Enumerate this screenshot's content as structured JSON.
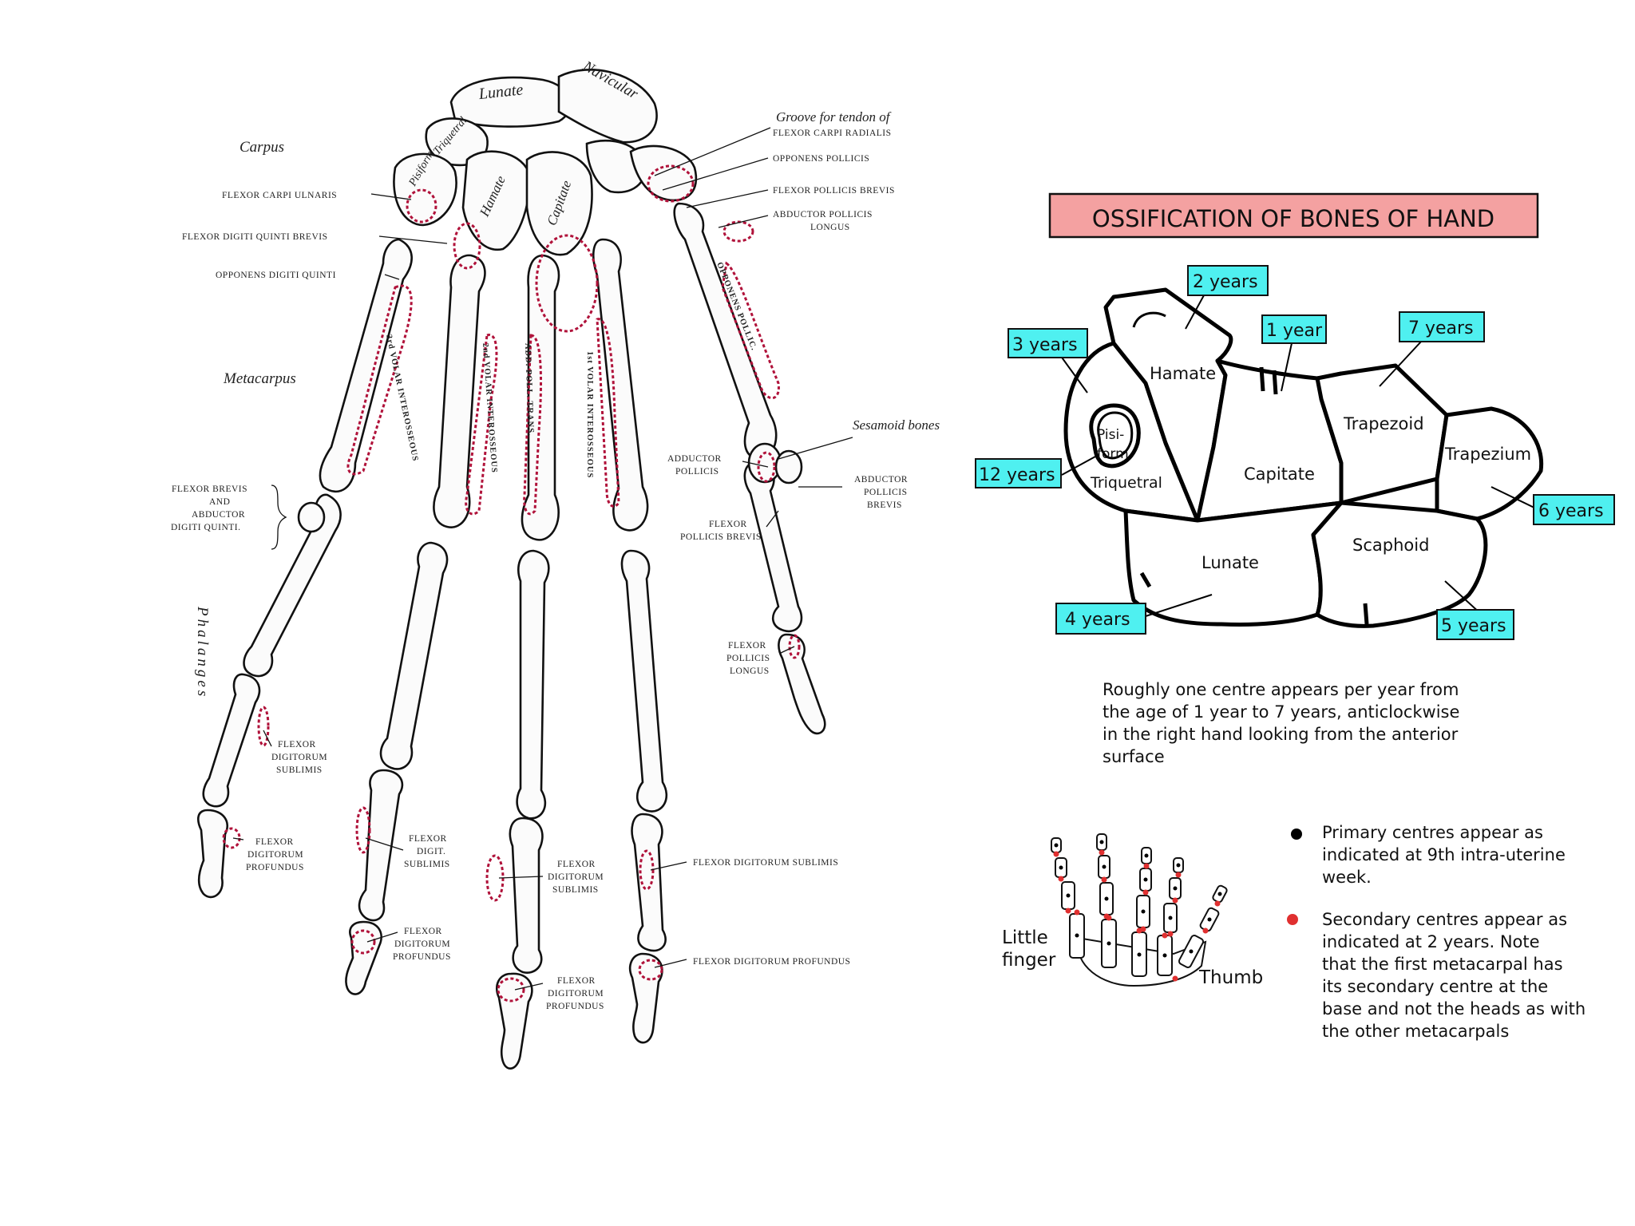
{
  "colors": {
    "title_bg": "#f4a1a1",
    "age_box_bg": "#4ff0f0",
    "outline": "#111111",
    "muscle_attachment": "#b0123a",
    "secondary_dot": "#e03030",
    "primary_dot": "#000000"
  },
  "skeleton": {
    "region_labels": {
      "carpus": "Carpus",
      "metacarpus": "Metacarpus",
      "phalanges": "Phalanges"
    },
    "bone_labels": {
      "lunate": "Lunate",
      "navicular": "Navicular",
      "triquetral": "Triquetral",
      "pisiform": "Pisiform",
      "hamate": "Hamate",
      "capitate": "Capitate",
      "sesamoid": "Sesamoid bones"
    },
    "muscle_labels": {
      "groove_line1": "Groove for tendon of",
      "groove_line2": "FLEXOR CARPI RADIALIS",
      "opponens_pollicis": "OPPONENS POLLICIS",
      "flexor_pollicis_brevis": "FLEXOR POLLICIS BREVIS",
      "abductor_pollicis_longus_1": "ABDUCTOR POLLICIS",
      "abductor_pollicis_longus_2": "LONGUS",
      "flexor_carpi_ulnaris": "FLEXOR CARPI ULNARIS",
      "flexor_digiti_quinti_brevis": "FLEXOR DIGITI QUINTI BREVIS",
      "opponens_digiti_quinti": "OPPONENS DIGITI QUINTI",
      "flexor_brevis_abductor": [
        "FLEXOR BREVIS",
        "AND",
        "ABDUCTOR",
        "DIGITI QUINTI."
      ],
      "adductor_pollicis": [
        "ADDUCTOR",
        "POLLICIS"
      ],
      "abductor_pollicis_brevis": [
        "ABDUCTOR",
        "POLLICIS",
        "BREVIS"
      ],
      "flexor_pollicis_brevis_2": [
        "FLEXOR",
        "POLLICIS BREVIS"
      ],
      "flexor_pollicis_longus": [
        "FLEXOR",
        "POLLICIS",
        "LONGUS"
      ],
      "flexor_digitorum_sublimis_a": [
        "FLEXOR",
        "DIGITORUM",
        "SUBLIMIS"
      ],
      "flexor_digitorum_profundus_a": [
        "FLEXOR",
        "DIGITORUM",
        "PROFUNDUS"
      ],
      "flexor_digit_sublimis_b": [
        "FLEXOR",
        "DIGIT.",
        "SUBLIMIS"
      ],
      "flexor_digitorum_profundus_b": [
        "FLEXOR",
        "DIGITORUM",
        "PROFUNDUS"
      ],
      "flexor_digitorum_sublimis_c": [
        "FLEXOR",
        "DIGITORUM",
        "SUBLIMIS"
      ],
      "flexor_digitorum_profundus_c": [
        "FLEXOR",
        "DIGITORUM",
        "PROFUNDUS"
      ],
      "flexor_digitorum_sublimis_d": "FLEXOR DIGITORUM SUBLIMIS",
      "flexor_digitorum_profundus_d": "FLEXOR DIGITORUM PROFUNDUS"
    },
    "vertical_labels": {
      "v1": "1st VOLAR INTEROSSEOUS",
      "v2": "2nd VOLAR INTEROSSEOUS",
      "v3": "3rd VOLAR INTEROSSEOUS",
      "add_poll": "ADD. POLL. TRANS.",
      "opp_pollic": "OPPONENS POLLIC."
    }
  },
  "ossification": {
    "title": "OSSIFICATION OF BONES OF HAND",
    "bones": {
      "hamate": "Hamate",
      "pisiform_1": "Pisi-",
      "pisiform_2": "form",
      "triquetral": "Triquetral",
      "capitate": "Capitate",
      "trapezoid": "Trapezoid",
      "trapezium": "Trapezium",
      "lunate": "Lunate",
      "scaphoid": "Scaphoid"
    },
    "ages": {
      "capitate": "1 year",
      "hamate": "2 years",
      "triquetral": "3 years",
      "lunate": "4 years",
      "scaphoid": "5 years",
      "trapezium": "6 years",
      "trapezoid": "7 years",
      "pisiform": "12 years"
    },
    "note_lines": [
      "Roughly one centre appears per year from",
      "the age of 1 year to 7 years, anticlockwise",
      "in the right hand looking from the anterior",
      "surface"
    ]
  },
  "legend": {
    "little_finger_1": "Little",
    "little_finger_2": "finger",
    "thumb": "Thumb",
    "primary_lines": [
      "Primary centres appear as",
      "indicated at 9th intra-uterine",
      "week."
    ],
    "secondary_lines": [
      "Secondary centres appear as",
      "indicated at 2 years. Note",
      "that the first metacarpal has",
      "its secondary centre at the",
      "base and not the heads as with",
      "the other metacarpals"
    ]
  }
}
